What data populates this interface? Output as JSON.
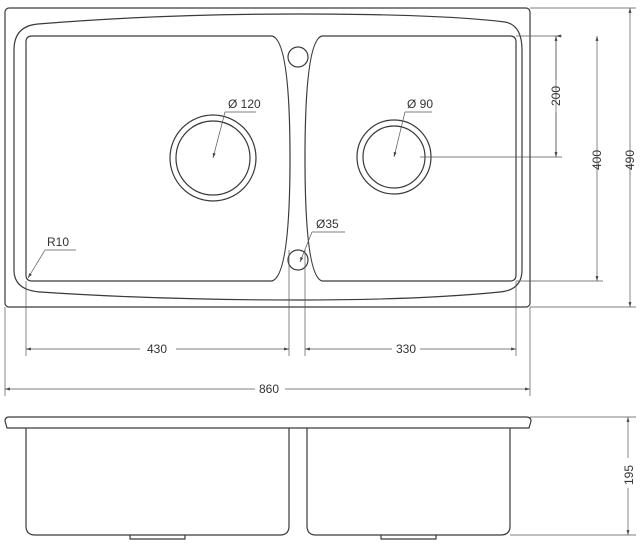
{
  "labels": {
    "drain_left": "Ø 120",
    "drain_right": "Ø 90",
    "overflow": "Ø35",
    "corner_radius": "R10"
  },
  "dimensions": {
    "left_basin_width": "430",
    "right_basin_width": "330",
    "total_width": "860",
    "drain_offset": "200",
    "basin_depth_length": "400",
    "total_length": "490",
    "height": "195"
  },
  "colors": {
    "line": "#3a3a3a",
    "background": "#ffffff"
  }
}
